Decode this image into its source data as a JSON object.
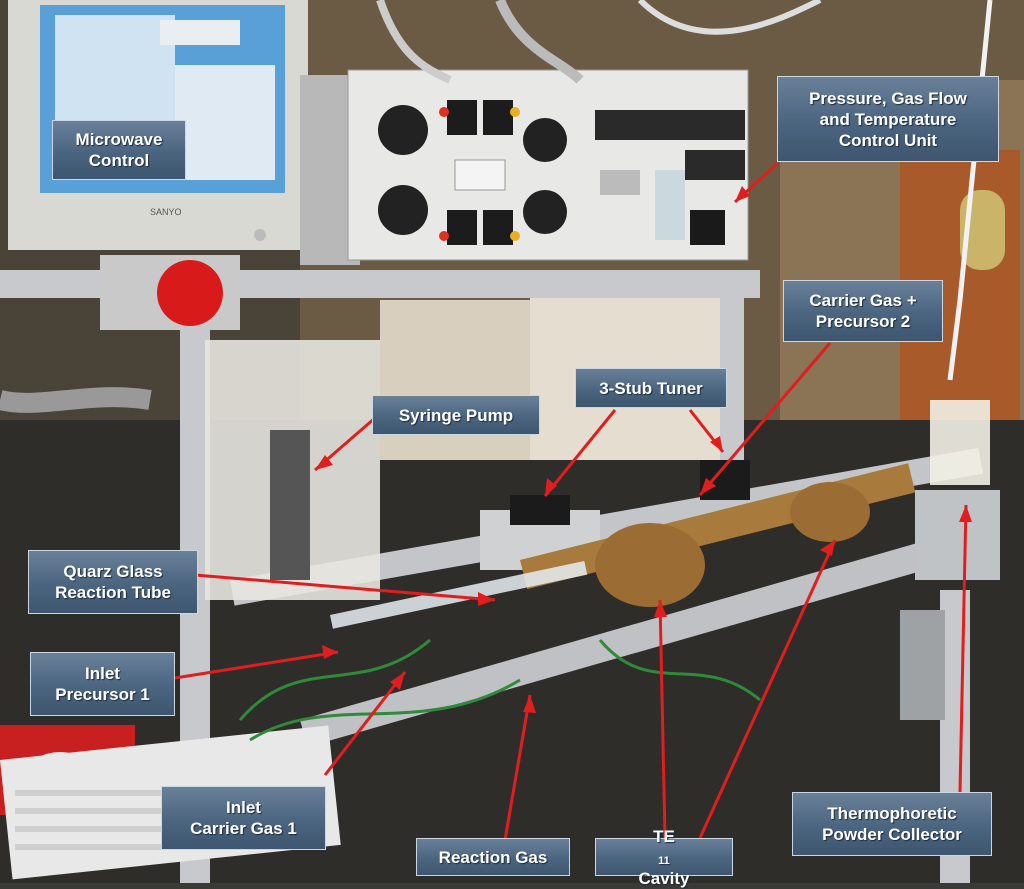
{
  "labels": {
    "microwave_control": [
      "Microwave",
      "Control"
    ],
    "pressure_unit": [
      "Pressure, Gas Flow",
      "and Temperature",
      "Control Unit"
    ],
    "carrier_gas_2": [
      "Carrier Gas +",
      "Precursor 2"
    ],
    "stub_tuner": [
      "3-Stub Tuner"
    ],
    "syringe_pump": [
      "Syringe Pump"
    ],
    "quarz_glass": [
      "Quarz Glass",
      "Reaction Tube"
    ],
    "inlet_precursor_1": [
      "Inlet",
      "Precursor 1"
    ],
    "inlet_carrier_gas_1": [
      "Inlet",
      "Carrier Gas 1"
    ],
    "reaction_gas": [
      "Reaction Gas"
    ],
    "te11_main": "TE",
    "te11_sub": "11",
    "te11_rest": " Cavity",
    "thermophoretic": [
      "Thermophoretic",
      "Powder Collector"
    ]
  },
  "monitor_brand": "SANYO",
  "colors": {
    "arrow": "#e01e1e",
    "label_bg": "#4b6580"
  }
}
